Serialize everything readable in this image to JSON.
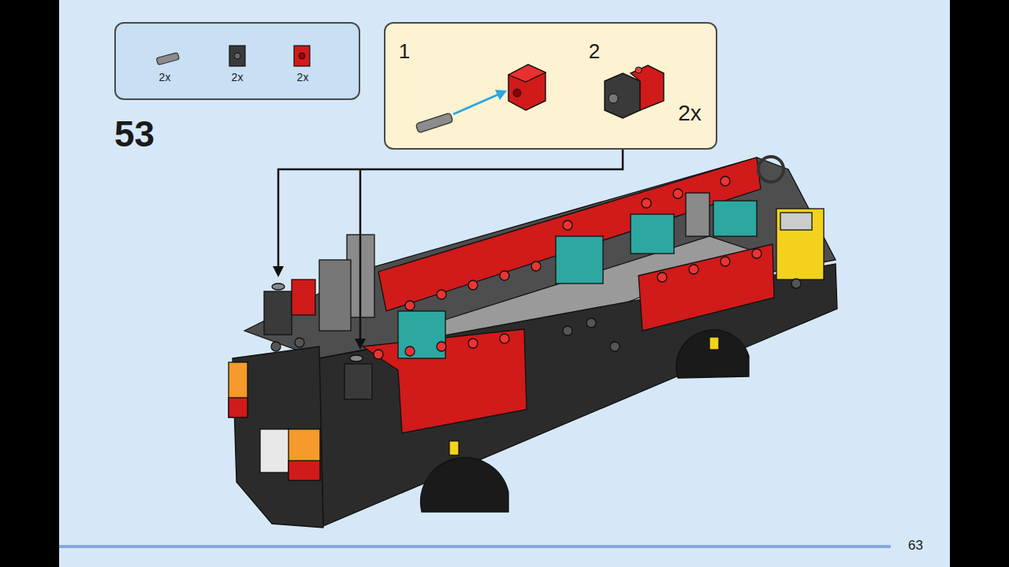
{
  "diagram": {
    "nodes": [
      {
        "text": [
          "2x",
          "2x",
          "2x"
        ]
      },
      {
        "text": [
          "1",
          "2",
          "2x"
        ]
      }
    ],
    "labels": [
      "53",
      "63"
    ]
  }
}
